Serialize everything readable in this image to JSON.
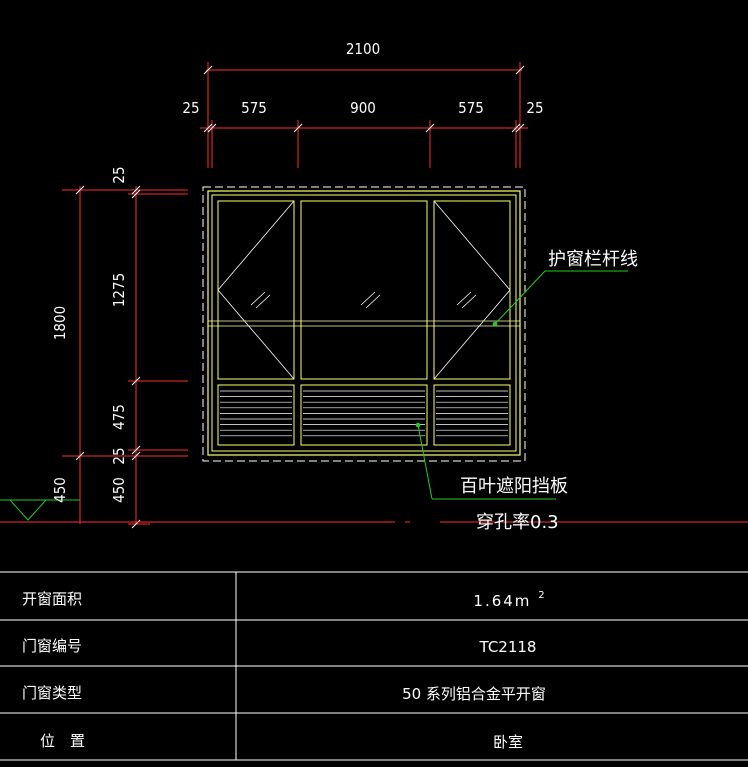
{
  "dimensions": {
    "total_width": "2100",
    "left_margin": "25",
    "left_panel": "575",
    "center_panel": "900",
    "right_panel": "575",
    "right_margin": "25",
    "total_height": "1800",
    "top_margin": "25",
    "upper_height": "1275",
    "lower_height": "475",
    "bottom_margin": "25",
    "sill_height": "450",
    "sill_marker": "450"
  },
  "annotations": {
    "guard_rail_line": "护窗栏杆线",
    "louver_panel": "百叶遮阳挡板",
    "perforation_rate": "穿孔率0.3"
  },
  "table": {
    "rows": [
      {
        "label": "开窗面积",
        "value": "1.64m",
        "sup": "2"
      },
      {
        "label": "门窗编号",
        "value": "TC2118",
        "sup": ""
      },
      {
        "label": "门窗类型",
        "value": "50 系列铝合金平开窗",
        "sup": ""
      },
      {
        "label": "位　置",
        "value": "卧室",
        "sup": ""
      }
    ]
  },
  "colors": {
    "background": "#000000",
    "dimension_red": "#ff2b2b",
    "frame_yellow": "#ffff66",
    "leader_green": "#22cc22",
    "grid_white": "#ffffff"
  }
}
